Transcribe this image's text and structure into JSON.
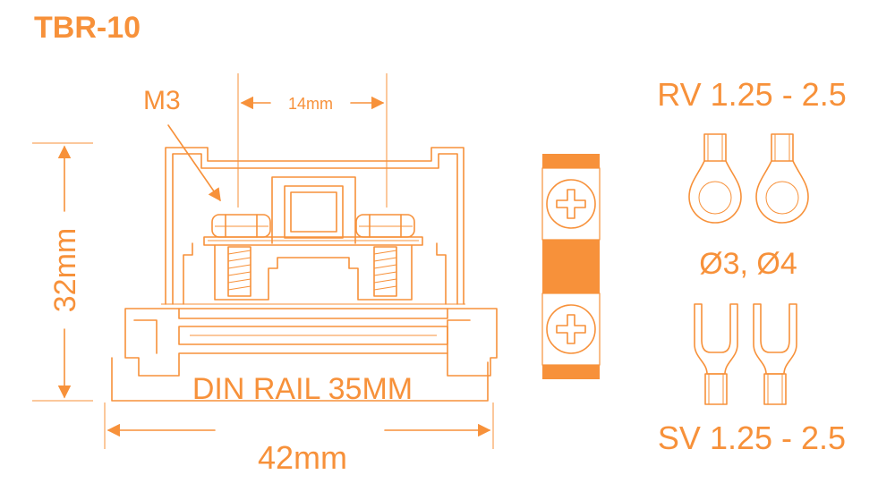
{
  "title": "TBR-10",
  "labels": {
    "screw": "M3",
    "pitch": "14mm",
    "height": "32mm",
    "width": "42mm",
    "rail": "DIN RAIL 35MM",
    "ring_terminal": "RV 1.25 - 2.5",
    "ring_diameter": "Ø3, Ø4",
    "fork_terminal": "SV 1.25 - 2.5"
  },
  "colors": {
    "accent": "#f7913a",
    "background": "#ffffff"
  }
}
